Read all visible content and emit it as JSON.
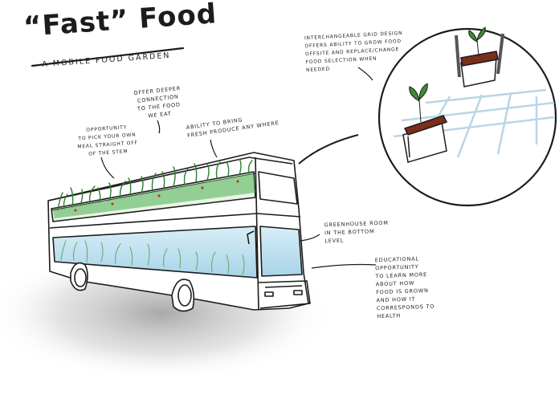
{
  "title": "“Fast” Food",
  "subtitle": "A Mobile Food Garden",
  "notes": {
    "connection": [
      "Offer deeper",
      "connection",
      "to the food",
      "we eat"
    ],
    "pick_meal": [
      "Opportunity",
      "to pick your own",
      "meal straight off",
      "of the stem"
    ],
    "produce": [
      "Ability to bring",
      "fresh produce any where"
    ],
    "grid": [
      "Interchangeable grid design",
      "offers ability to grow food",
      "offsite and replace/change",
      "food selection when",
      "needed"
    ],
    "greenhouse": [
      "Greenhouse room",
      "in the bottom",
      "level"
    ],
    "educational": [
      "Educational",
      "opportunity",
      "to learn more",
      "about how",
      "food is grown",
      "and how it",
      "corresponds to",
      "health"
    ]
  },
  "icons": {
    "planter": "planter-box-icon",
    "plant": "seedling-icon"
  },
  "colors": {
    "foliage": "#3f9a3a",
    "foliage_light": "#7cc36a",
    "glass": "#bfe0ef",
    "soil": "#7a2e1c",
    "shadow": "#b8b8b8",
    "ink": "#1c1c1c"
  }
}
